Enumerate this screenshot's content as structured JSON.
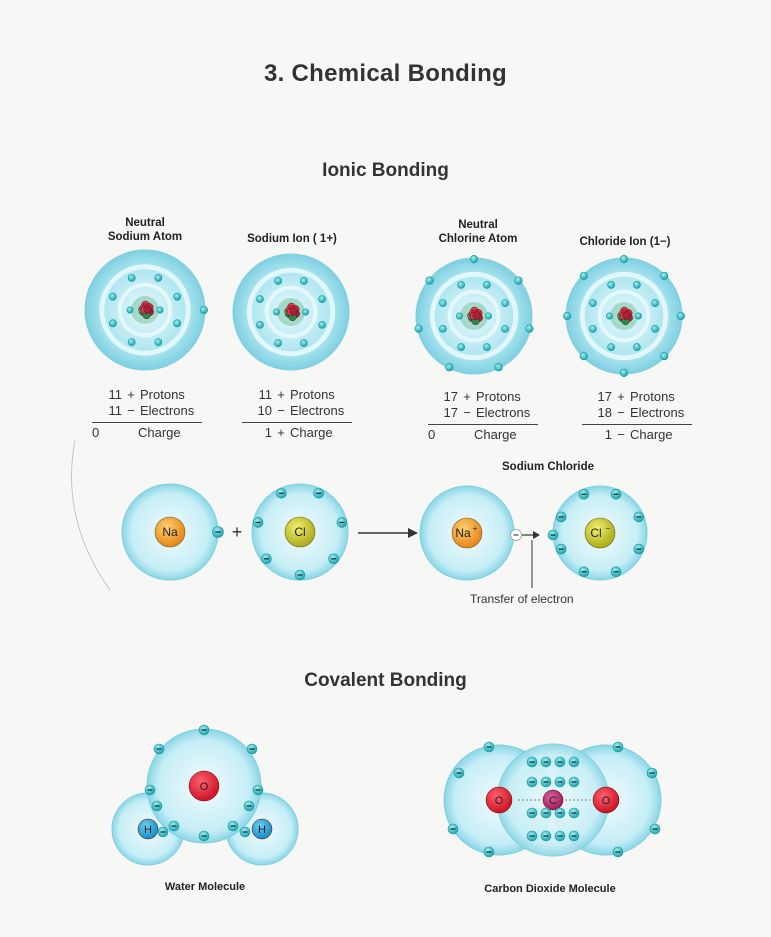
{
  "title": "3.   Chemical Bonding",
  "ionic": {
    "heading": "Ionic Bonding",
    "atoms": [
      {
        "label_line1": "Neutral",
        "label_line2": "Sodium Atom",
        "protons": "11",
        "electrons": "11",
        "result_num": "0",
        "result_sign": "",
        "shells": [
          2,
          8,
          1
        ]
      },
      {
        "label_line1": "",
        "label_line2": "Sodium Ion ( 1+)",
        "protons": "11",
        "electrons": "10",
        "result_num": "1",
        "result_sign": "+",
        "shells": [
          2,
          8,
          0
        ]
      },
      {
        "label_line1": "Neutral",
        "label_line2": "Chlorine Atom",
        "protons": "17",
        "electrons": "17",
        "result_num": "0",
        "result_sign": "",
        "shells": [
          2,
          8,
          7
        ]
      },
      {
        "label_line1": "",
        "label_line2": "Chloride Ion (1−)",
        "protons": "17",
        "electrons": "18",
        "result_num": "1",
        "result_sign": "−",
        "shells": [
          2,
          8,
          8
        ]
      }
    ],
    "protons_word": "Protons",
    "electrons_word": "Electrons",
    "charge_word": "Charge",
    "reaction": {
      "na": "Na",
      "cl": "Cl",
      "na_ion": "Na",
      "na_ion_sup": "+",
      "cl_ion": "Cl",
      "cl_ion_sup": "−",
      "plus": "+",
      "product_label": "Sodium Chloride",
      "transfer_label": "Transfer of electron"
    }
  },
  "covalent": {
    "heading": "Covalent Bonding",
    "water": {
      "caption": "Water Molecule",
      "o": "O",
      "h": "H"
    },
    "co2": {
      "caption": "Carbon Dioxide Molecule",
      "o": "O",
      "c": "C"
    }
  },
  "colors": {
    "shell": "#8fd8e8",
    "electron": "#3fbfc6",
    "oxygen": "#e8283a",
    "hydrogen": "#29a8d8",
    "carbon": "#c0307a",
    "sodium": "#f0a030",
    "chlorine": "#c8c838"
  }
}
